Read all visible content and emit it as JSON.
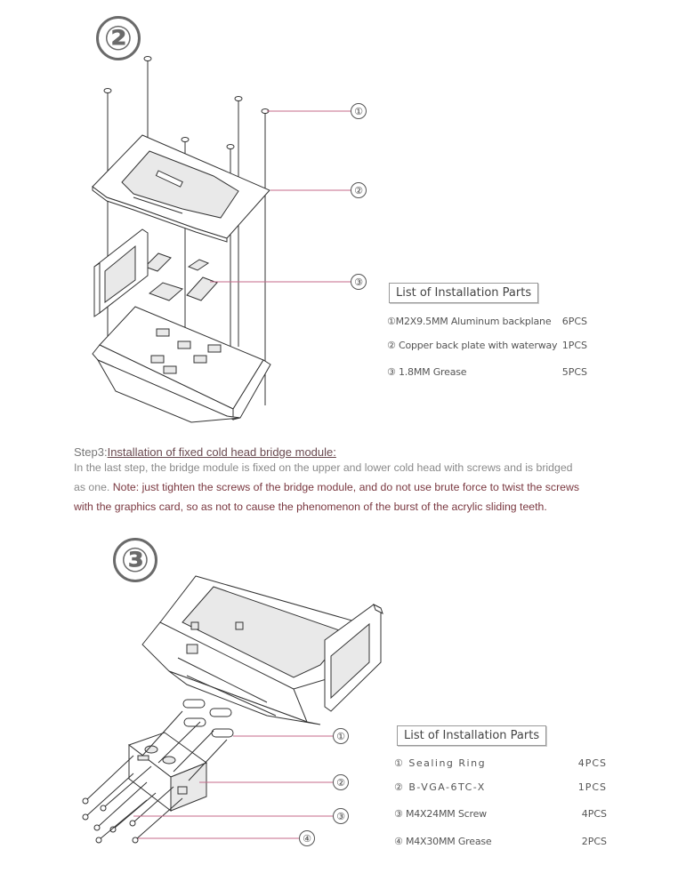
{
  "top_section": {
    "step_number": "②",
    "callouts": [
      "①",
      "②",
      "③"
    ],
    "parts_title": "List of Installation Parts",
    "parts": [
      {
        "label": "①M2X9.5MM Aluminum backplane",
        "qty": "6PCS"
      },
      {
        "label": "② Copper back plate with waterway",
        "qty": "1PCS"
      },
      {
        "label": "③ 1.8MM Grease",
        "qty": "5PCS"
      }
    ]
  },
  "step3": {
    "heading_prefix": "Step3:",
    "heading_main": "Installation of fixed cold head bridge module:",
    "line1": "In the last step, the bridge module is fixed on the upper and lower cold head with screws and is bridged",
    "line2_plain": "as one. ",
    "line2_note": "Note: just tighten the screws of the bridge module, and do not use brute force to twist the screws",
    "line3_note": "with the graphics card, so as not to cause the phenomenon of the burst of the acrylic sliding teeth."
  },
  "bottom_section": {
    "step_number": "③",
    "callouts": [
      "①",
      "②",
      "③",
      "④"
    ],
    "parts_title": "List of Installation Parts",
    "parts": [
      {
        "label": "① Sealing Ring",
        "qty": "4PCS"
      },
      {
        "label": "② B-VGA-6TC-X",
        "qty": "1PCS"
      },
      {
        "label": "③ M4X24MM Screw",
        "qty": "4PCS"
      },
      {
        "label": "④ M4X30MM Grease",
        "qty": "2PCS"
      }
    ]
  },
  "colors": {
    "accent_line": "#c46a8a",
    "note_text": "#7a3840",
    "outline": "#333333"
  }
}
